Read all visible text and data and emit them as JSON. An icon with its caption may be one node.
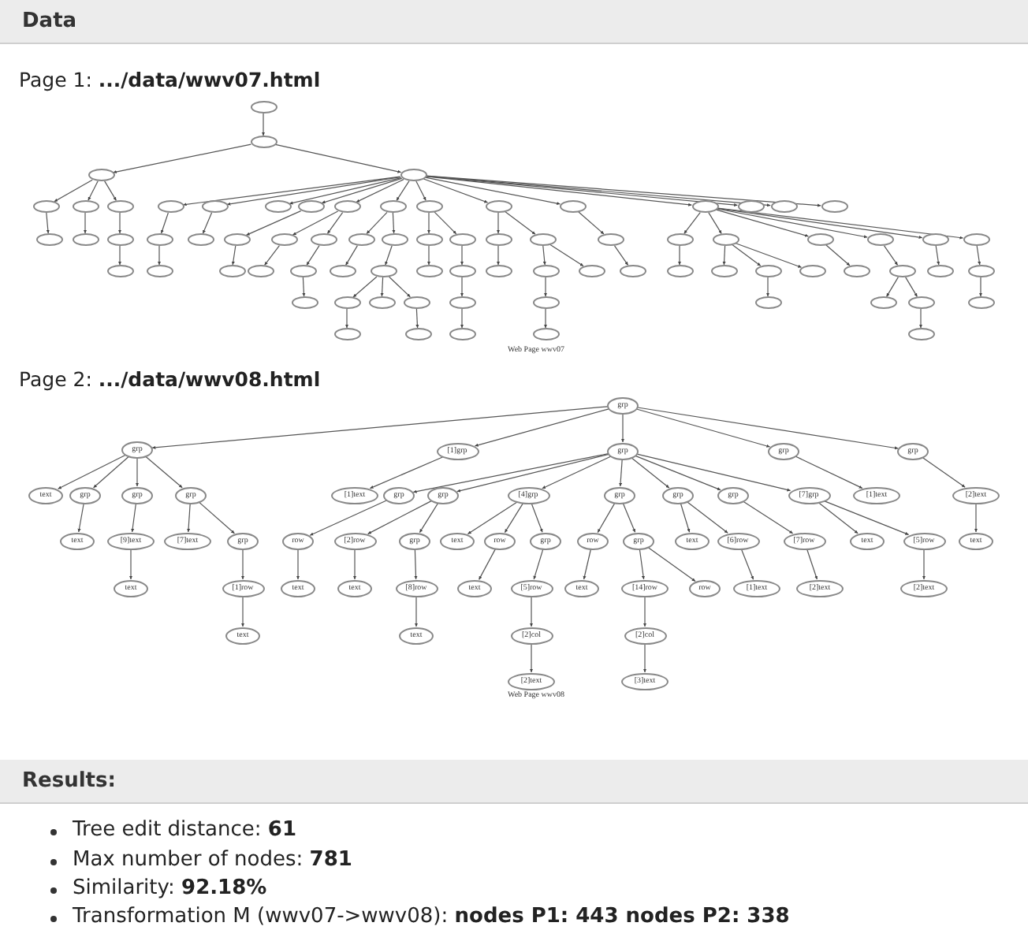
{
  "diagram": {
    "nodes": [
      {
        "text": [],
        "shape": "ellipse"
      },
      {
        "text": [],
        "shape": "ellipse"
      },
      {
        "text": [],
        "shape": "ellipse"
      },
      {
        "text": [],
        "shape": "ellipse"
      },
      {
        "text": [],
        "shape": "ellipse"
      },
      {
        "text": [],
        "shape": "ellipse"
      },
      {
        "text": [],
        "shape": "ellipse"
      },
      {
        "text": [],
        "shape": "ellipse"
      },
      {
        "text": [],
        "shape": "ellipse"
      },
      {
        "text": [],
        "shape": "ellipse"
      },
      {
        "text": [],
        "shape": "ellipse"
      },
      {
        "text": [],
        "shape": "ellipse"
      },
      {
        "text": [],
        "shape": "ellipse"
      },
      {
        "text": [],
        "shape": "ellipse"
      },
      {
        "text": [],
        "shape": "ellipse"
      },
      {
        "text": [],
        "shape": "ellipse"
      },
      {
        "text": [],
        "shape": "ellipse"
      },
      {
        "text": [],
        "shape": "ellipse"
      },
      {
        "text": [],
        "shape": "ellipse"
      },
      {
        "text": [],
        "shape": "ellipse"
      },
      {
        "text": [],
        "shape": "ellipse"
      },
      {
        "text": [],
        "shape": "ellipse"
      },
      {
        "text": [],
        "shape": "ellipse"
      },
      {
        "text": [],
        "shape": "ellipse"
      },
      {
        "text": [],
        "shape": "ellipse"
      },
      {
        "text": [],
        "shape": "ellipse"
      },
      {
        "text": [],
        "shape": "ellipse"
      },
      {
        "text": [],
        "shape": "ellipse"
      },
      {
        "text": [],
        "shape": "ellipse"
      },
      {
        "text": [],
        "shape": "ellipse"
      },
      {
        "text": [],
        "shape": "ellipse"
      },
      {
        "text": [],
        "shape": "ellipse"
      },
      {
        "text": [],
        "shape": "ellipse"
      },
      {
        "text": [],
        "shape": "ellipse"
      },
      {
        "text": [],
        "shape": "ellipse"
      },
      {
        "text": [],
        "shape": "ellipse"
      },
      {
        "text": [],
        "shape": "ellipse"
      },
      {
        "text": [],
        "shape": "ellipse"
      },
      {
        "text": [],
        "shape": "ellipse"
      },
      {
        "text": [],
        "shape": "ellipse"
      },
      {
        "text": [],
        "shape": "ellipse"
      },
      {
        "text": [],
        "shape": "ellipse"
      },
      {
        "text": [],
        "shape": "ellipse"
      },
      {
        "text": [],
        "shape": "ellipse"
      },
      {
        "text": [],
        "shape": "ellipse"
      },
      {
        "text": [],
        "shape": "ellipse"
      },
      {
        "text": [],
        "shape": "ellipse"
      },
      {
        "text": [],
        "shape": "ellipse"
      },
      {
        "text": [],
        "shape": "ellipse"
      },
      {
        "text": [],
        "shape": "ellipse"
      },
      {
        "text": [],
        "shape": "ellipse"
      },
      {
        "text": [],
        "shape": "ellipse"
      },
      {
        "text": [],
        "shape": "ellipse"
      },
      {
        "text": [],
        "shape": "ellipse"
      },
      {
        "text": [],
        "shape": "ellipse"
      },
      {
        "text": [],
        "shape": "ellipse"
      },
      {
        "text": [],
        "shape": "ellipse"
      },
      {
        "text": [],
        "shape": "ellipse"
      },
      {
        "text": [],
        "shape": "ellipse"
      },
      {
        "text": [],
        "shape": "ellipse"
      },
      {
        "text": [],
        "shape": "ellipse"
      },
      {
        "text": [],
        "shape": "ellipse"
      },
      {
        "text": [],
        "shape": "ellipse"
      },
      {
        "text": [],
        "shape": "ellipse"
      },
      {
        "text": [],
        "shape": "ellipse"
      },
      {
        "text": [],
        "shape": "ellipse"
      },
      {
        "text": [],
        "shape": "ellipse"
      },
      {
        "text": [],
        "shape": "ellipse"
      },
      {
        "text": [],
        "shape": "ellipse"
      },
      {
        "text": [],
        "shape": "ellipse"
      },
      {
        "text": [],
        "shape": "ellipse"
      },
      {
        "text": [],
        "shape": "ellipse"
      },
      {
        "text": [],
        "shape": "ellipse"
      },
      {
        "text": [],
        "shape": "ellipse"
      },
      {
        "text": [],
        "shape": "ellipse"
      },
      {
        "text": [],
        "shape": "ellipse"
      },
      {
        "text": [],
        "shape": "ellipse"
      },
      {
        "text": [
          "grp"
        ]
      },
      {
        "text": [
          "grp"
        ]
      },
      {
        "text": [
          "[1]grp"
        ]
      },
      {
        "text": [
          "grp"
        ]
      },
      {
        "text": [
          "grp"
        ]
      },
      {
        "text": [
          "grp"
        ]
      },
      {
        "text": [
          "text"
        ]
      },
      {
        "text": [
          "grp"
        ]
      },
      {
        "text": [
          "grp"
        ]
      },
      {
        "text": [
          "grp"
        ]
      },
      {
        "text": [
          "text"
        ]
      },
      {
        "text": [
          "[9]text"
        ]
      },
      {
        "text": [
          "text"
        ]
      },
      {
        "text": [
          "[7]text"
        ]
      },
      {
        "text": [
          "grp"
        ]
      },
      {
        "text": [
          "[1]row"
        ]
      },
      {
        "text": [
          "text"
        ]
      },
      {
        "text": [
          "[1]text"
        ]
      },
      {
        "text": [
          "grp"
        ]
      },
      {
        "text": [
          "grp"
        ]
      },
      {
        "text": [
          "[4]grp"
        ]
      },
      {
        "text": [
          "grp"
        ]
      },
      {
        "text": [
          "grp"
        ]
      },
      {
        "text": [
          "grp"
        ]
      },
      {
        "text": [
          "[7]grp"
        ]
      },
      {
        "text": [
          "row"
        ]
      },
      {
        "text": [
          "text"
        ]
      },
      {
        "text": [
          "[2]row"
        ]
      },
      {
        "text": [
          "grp"
        ]
      },
      {
        "text": [
          "text"
        ]
      },
      {
        "text": [
          "[8]row"
        ]
      },
      {
        "text": [
          "text"
        ]
      },
      {
        "text": [
          "text"
        ]
      },
      {
        "text": [
          "row"
        ]
      },
      {
        "text": [
          "grp"
        ]
      },
      {
        "text": [
          "text"
        ]
      },
      {
        "text": [
          "[5]row"
        ]
      },
      {
        "text": [
          "[2]col"
        ]
      },
      {
        "text": [
          "[2]text"
        ]
      },
      {
        "text": [
          "row"
        ]
      },
      {
        "text": [
          "grp"
        ]
      },
      {
        "text": [
          "text"
        ]
      },
      {
        "text": [
          "[14]row"
        ]
      },
      {
        "text": [
          "row"
        ]
      },
      {
        "text": [
          "[2]col"
        ]
      },
      {
        "text": [
          "[3]text"
        ]
      },
      {
        "text": [
          "text"
        ]
      },
      {
        "text": [
          "[6]row"
        ]
      },
      {
        "text": [
          "[1]text"
        ]
      },
      {
        "text": [
          "[7]row"
        ]
      },
      {
        "text": [
          "[2]text"
        ]
      },
      {
        "text": [
          "text"
        ]
      },
      {
        "text": [
          "[5]row"
        ]
      },
      {
        "text": [
          "[2]text"
        ]
      },
      {
        "text": [
          "[1]text"
        ]
      },
      {
        "text": [
          "[2]text"
        ]
      },
      {
        "text": [
          "text"
        ]
      }
    ],
    "edges": [
      {
        "from": 0,
        "to": 1,
        "arrow": "to"
      },
      {
        "from": 1,
        "to": 2,
        "arrow": "to"
      },
      {
        "from": 1,
        "to": 3,
        "arrow": "to"
      },
      {
        "from": 2,
        "to": 4,
        "arrow": "to"
      },
      {
        "from": 2,
        "to": 5,
        "arrow": "to"
      },
      {
        "from": 2,
        "to": 6,
        "arrow": "to"
      },
      {
        "from": 4,
        "to": 7,
        "arrow": "to"
      },
      {
        "from": 5,
        "to": 8,
        "arrow": "to"
      },
      {
        "from": 6,
        "to": 9,
        "arrow": "to"
      },
      {
        "from": 9,
        "to": 10,
        "arrow": "to"
      },
      {
        "from": 3,
        "to": 11,
        "arrow": "to"
      },
      {
        "from": 3,
        "to": 12,
        "arrow": "to"
      },
      {
        "from": 3,
        "to": 13,
        "arrow": "to"
      },
      {
        "from": 3,
        "to": 14,
        "arrow": "to"
      },
      {
        "from": 3,
        "to": 15,
        "arrow": "to"
      },
      {
        "from": 3,
        "to": 16,
        "arrow": "to"
      },
      {
        "from": 3,
        "to": 17,
        "arrow": "to"
      },
      {
        "from": 3,
        "to": 18,
        "arrow": "to"
      },
      {
        "from": 3,
        "to": 19,
        "arrow": "to"
      },
      {
        "from": 3,
        "to": 20,
        "arrow": "to"
      },
      {
        "from": 3,
        "to": 21,
        "arrow": "to"
      },
      {
        "from": 3,
        "to": 22,
        "arrow": "to"
      },
      {
        "from": 3,
        "to": 23,
        "arrow": "to"
      },
      {
        "from": 11,
        "to": 24,
        "arrow": "to"
      },
      {
        "from": 24,
        "to": 25,
        "arrow": "to"
      },
      {
        "from": 12,
        "to": 26,
        "arrow": "to"
      },
      {
        "from": 14,
        "to": 27,
        "arrow": "to"
      },
      {
        "from": 27,
        "to": 28,
        "arrow": "to"
      },
      {
        "from": 15,
        "to": 29,
        "arrow": "to"
      },
      {
        "from": 15,
        "to": 30,
        "arrow": "to"
      },
      {
        "from": 29,
        "to": 31,
        "arrow": "to"
      },
      {
        "from": 30,
        "to": 32,
        "arrow": "to"
      },
      {
        "from": 32,
        "to": 33,
        "arrow": "to"
      },
      {
        "from": 16,
        "to": 34,
        "arrow": "to"
      },
      {
        "from": 16,
        "to": 35,
        "arrow": "to"
      },
      {
        "from": 34,
        "to": 36,
        "arrow": "to"
      },
      {
        "from": 35,
        "to": 37,
        "arrow": "to"
      },
      {
        "from": 37,
        "to": 38,
        "arrow": "to"
      },
      {
        "from": 37,
        "to": 39,
        "arrow": "to"
      },
      {
        "from": 37,
        "to": 40,
        "arrow": "to"
      },
      {
        "from": 38,
        "to": 41,
        "arrow": "to"
      },
      {
        "from": 40,
        "to": 42,
        "arrow": "to"
      },
      {
        "from": 17,
        "to": 43,
        "arrow": "to"
      },
      {
        "from": 17,
        "to": 44,
        "arrow": "to"
      },
      {
        "from": 43,
        "to": 45,
        "arrow": "to"
      },
      {
        "from": 44,
        "to": 46,
        "arrow": "to"
      },
      {
        "from": 46,
        "to": 47,
        "arrow": "to"
      },
      {
        "from": 47,
        "to": 48,
        "arrow": "to"
      },
      {
        "from": 18,
        "to": 49,
        "arrow": "to"
      },
      {
        "from": 18,
        "to": 50,
        "arrow": "to"
      },
      {
        "from": 49,
        "to": 51,
        "arrow": "to"
      },
      {
        "from": 50,
        "to": 52,
        "arrow": "to"
      },
      {
        "from": 50,
        "to": 53,
        "arrow": "to"
      },
      {
        "from": 52,
        "to": 54,
        "arrow": "to"
      },
      {
        "from": 54,
        "to": 55,
        "arrow": "to"
      },
      {
        "from": 19,
        "to": 56,
        "arrow": "to"
      },
      {
        "from": 56,
        "to": 57,
        "arrow": "to"
      },
      {
        "from": 20,
        "to": 58,
        "arrow": "to"
      },
      {
        "from": 20,
        "to": 59,
        "arrow": "to"
      },
      {
        "from": 20,
        "to": 60,
        "arrow": "to"
      },
      {
        "from": 20,
        "to": 61,
        "arrow": "to"
      },
      {
        "from": 20,
        "to": 62,
        "arrow": "to"
      },
      {
        "from": 20,
        "to": 63,
        "arrow": "to"
      },
      {
        "from": 58,
        "to": 64,
        "arrow": "to"
      },
      {
        "from": 59,
        "to": 65,
        "arrow": "to"
      },
      {
        "from": 59,
        "to": 66,
        "arrow": "to"
      },
      {
        "from": 59,
        "to": 67,
        "arrow": "to"
      },
      {
        "from": 66,
        "to": 68,
        "arrow": "to"
      },
      {
        "from": 60,
        "to": 69,
        "arrow": "to"
      },
      {
        "from": 61,
        "to": 70,
        "arrow": "to"
      },
      {
        "from": 70,
        "to": 71,
        "arrow": "to"
      },
      {
        "from": 70,
        "to": 72,
        "arrow": "to"
      },
      {
        "from": 72,
        "to": 73,
        "arrow": "to"
      },
      {
        "from": 62,
        "to": 74,
        "arrow": "to"
      },
      {
        "from": 63,
        "to": 75,
        "arrow": "to"
      },
      {
        "from": 75,
        "to": 76,
        "arrow": "to"
      },
      {
        "from": 77,
        "to": 78,
        "arrow": "to"
      },
      {
        "from": 77,
        "to": 79,
        "arrow": "to"
      },
      {
        "from": 77,
        "to": 80,
        "arrow": "to"
      },
      {
        "from": 77,
        "to": 81,
        "arrow": "to"
      },
      {
        "from": 77,
        "to": 82,
        "arrow": "to"
      },
      {
        "from": 78,
        "to": 83,
        "arrow": "to"
      },
      {
        "from": 78,
        "to": 84,
        "arrow": "to"
      },
      {
        "from": 78,
        "to": 85,
        "arrow": "to"
      },
      {
        "from": 78,
        "to": 86,
        "arrow": "to"
      },
      {
        "from": 84,
        "to": 87,
        "arrow": "to"
      },
      {
        "from": 85,
        "to": 88,
        "arrow": "to"
      },
      {
        "from": 88,
        "to": 89,
        "arrow": "to"
      },
      {
        "from": 86,
        "to": 90,
        "arrow": "to"
      },
      {
        "from": 86,
        "to": 91,
        "arrow": "to"
      },
      {
        "from": 91,
        "to": 92,
        "arrow": "to"
      },
      {
        "from": 92,
        "to": 93,
        "arrow": "to"
      },
      {
        "from": 79,
        "to": 94,
        "arrow": "to"
      },
      {
        "from": 80,
        "to": 95,
        "arrow": "to"
      },
      {
        "from": 80,
        "to": 96,
        "arrow": "to"
      },
      {
        "from": 80,
        "to": 97,
        "arrow": "to"
      },
      {
        "from": 80,
        "to": 98,
        "arrow": "to"
      },
      {
        "from": 80,
        "to": 99,
        "arrow": "to"
      },
      {
        "from": 80,
        "to": 100,
        "arrow": "to"
      },
      {
        "from": 80,
        "to": 101,
        "arrow": "to"
      },
      {
        "from": 95,
        "to": 102,
        "arrow": "to"
      },
      {
        "from": 102,
        "to": 103,
        "arrow": "to"
      },
      {
        "from": 96,
        "to": 104,
        "arrow": "to"
      },
      {
        "from": 96,
        "to": 105,
        "arrow": "to"
      },
      {
        "from": 104,
        "to": 106,
        "arrow": "to"
      },
      {
        "from": 105,
        "to": 107,
        "arrow": "to"
      },
      {
        "from": 107,
        "to": 108,
        "arrow": "to"
      },
      {
        "from": 97,
        "to": 109,
        "arrow": "to"
      },
      {
        "from": 97,
        "to": 110,
        "arrow": "to"
      },
      {
        "from": 97,
        "to": 111,
        "arrow": "to"
      },
      {
        "from": 110,
        "to": 112,
        "arrow": "to"
      },
      {
        "from": 111,
        "to": 113,
        "arrow": "to"
      },
      {
        "from": 113,
        "to": 114,
        "arrow": "to"
      },
      {
        "from": 114,
        "to": 115,
        "arrow": "to"
      },
      {
        "from": 98,
        "to": 116,
        "arrow": "to"
      },
      {
        "from": 98,
        "to": 117,
        "arrow": "to"
      },
      {
        "from": 116,
        "to": 118,
        "arrow": "to"
      },
      {
        "from": 117,
        "to": 119,
        "arrow": "to"
      },
      {
        "from": 117,
        "to": 120,
        "arrow": "to"
      },
      {
        "from": 119,
        "to": 121,
        "arrow": "to"
      },
      {
        "from": 121,
        "to": 122,
        "arrow": "to"
      },
      {
        "from": 99,
        "to": 123,
        "arrow": "to"
      },
      {
        "from": 99,
        "to": 124,
        "arrow": "to"
      },
      {
        "from": 124,
        "to": 125,
        "arrow": "to"
      },
      {
        "from": 100,
        "to": 126,
        "arrow": "to"
      },
      {
        "from": 126,
        "to": 127,
        "arrow": "to"
      },
      {
        "from": 101,
        "to": 128,
        "arrow": "to"
      },
      {
        "from": 101,
        "to": 129,
        "arrow": "to"
      },
      {
        "from": 129,
        "to": 130,
        "arrow": "to"
      },
      {
        "from": 81,
        "to": 131,
        "arrow": "to"
      },
      {
        "from": 82,
        "to": 132,
        "arrow": "to"
      },
      {
        "from": 132,
        "to": 133,
        "arrow": "to"
      }
    ],
    "labels": [
      "Data",
      "Page 1: **.../data/wwv07.html**",
      "Web Page wwv07",
      "Page 2: **.../data/wwv08.html**",
      "Web Page wwv08",
      "Results:",
      "Tree edit distance: **61**",
      "Max number of nodes: **781**",
      "Similarity: **92.18%**",
      "Transformation M (wwv07->wwv08): **nodes P1: 443 nodes P2: 338**"
    ]
  }
}
